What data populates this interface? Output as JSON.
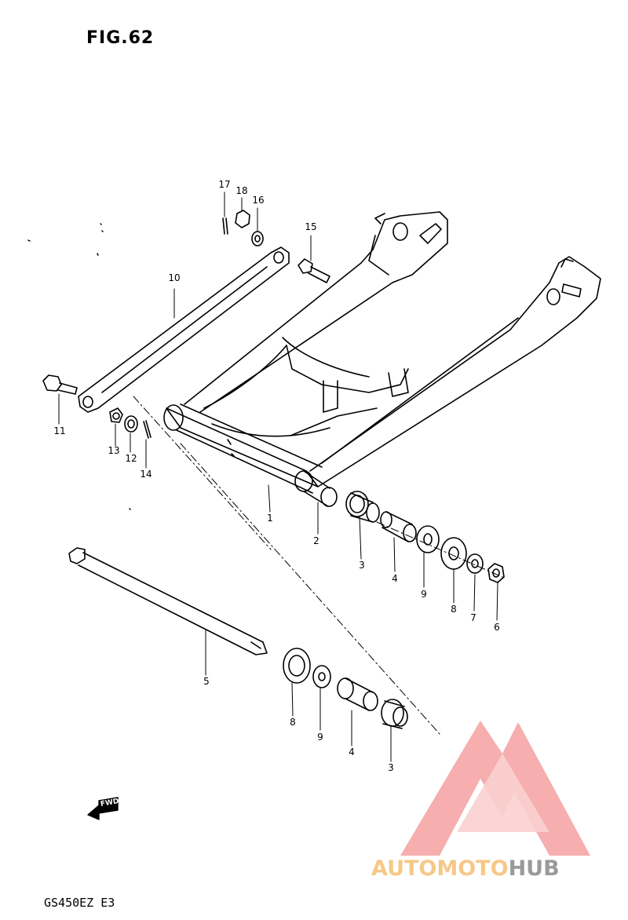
{
  "figure": {
    "title": "FIG.62",
    "model_code": "GS450EZ  E3",
    "direction_marker": "FWD"
  },
  "parts": [
    {
      "id": "1"
    },
    {
      "id": "2"
    },
    {
      "id": "3"
    },
    {
      "id": "4"
    },
    {
      "id": "5"
    },
    {
      "id": "6"
    },
    {
      "id": "7"
    },
    {
      "id": "8"
    },
    {
      "id": "9"
    },
    {
      "id": "10"
    },
    {
      "id": "11"
    },
    {
      "id": "12"
    },
    {
      "id": "13"
    },
    {
      "id": "14"
    },
    {
      "id": "15"
    },
    {
      "id": "16"
    },
    {
      "id": "17"
    },
    {
      "id": "18"
    }
  ],
  "callouts": {
    "c1": "1",
    "c2": "2",
    "c3a": "3",
    "c4a": "4",
    "c9a": "9",
    "c8a": "8",
    "c7": "7",
    "c6": "6",
    "c5": "5",
    "c8b": "8",
    "c9b": "9",
    "c4b": "4",
    "c3b": "3",
    "c10": "10",
    "c11": "11",
    "c12": "12",
    "c13": "13",
    "c14": "14",
    "c15": "15",
    "c16": "16",
    "c17": "17",
    "c18": "18"
  },
  "watermark": {
    "word_part1": "AUTOMOTO",
    "word_part2": "HUB",
    "color_primary": "#f08080",
    "color_secondary": "#f5c98a",
    "color_dark": "#9a9a9a"
  }
}
